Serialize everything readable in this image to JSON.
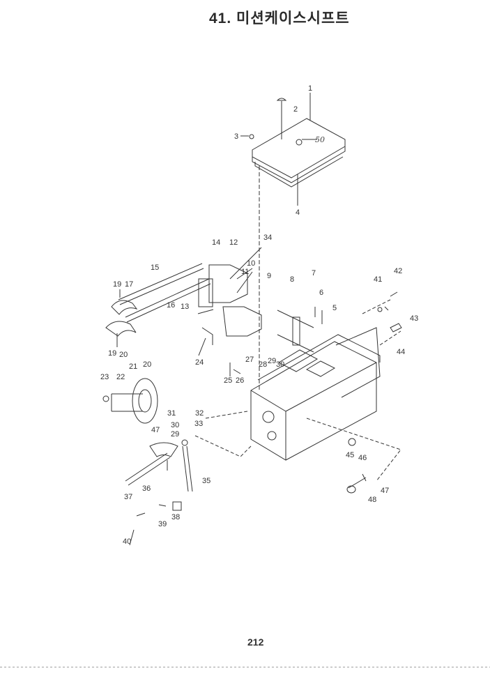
{
  "title": "41. 미션케이스시프트",
  "page_number": "212",
  "handwritten_note": "50",
  "part_labels": [
    "1",
    "2",
    "3",
    "4",
    "34",
    "14",
    "12",
    "10",
    "11",
    "9",
    "7",
    "8",
    "6",
    "5",
    "15",
    "19",
    "17",
    "16",
    "13",
    "41",
    "42",
    "43",
    "44",
    "19",
    "20",
    "24",
    "27",
    "28",
    "29",
    "30",
    "21",
    "20",
    "23",
    "22",
    "25",
    "26",
    "31",
    "32",
    "30",
    "33",
    "47",
    "29",
    "45",
    "46",
    "35",
    "36",
    "37",
    "47",
    "48",
    "38",
    "39",
    "40"
  ]
}
